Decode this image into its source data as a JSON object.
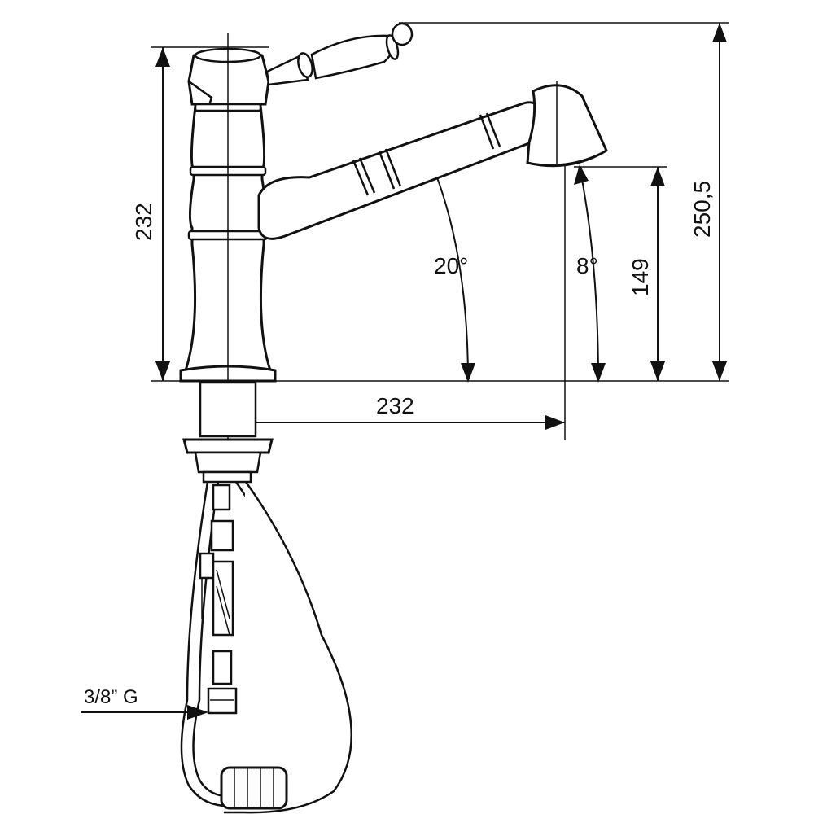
{
  "dimensions": {
    "body_height": "232",
    "total_height": "250,5",
    "spout_height": "149",
    "spout_reach": "232",
    "spout_rotation": "20°",
    "shower_angle": "8°"
  },
  "callouts": {
    "connection_thread": "3/8” G"
  }
}
